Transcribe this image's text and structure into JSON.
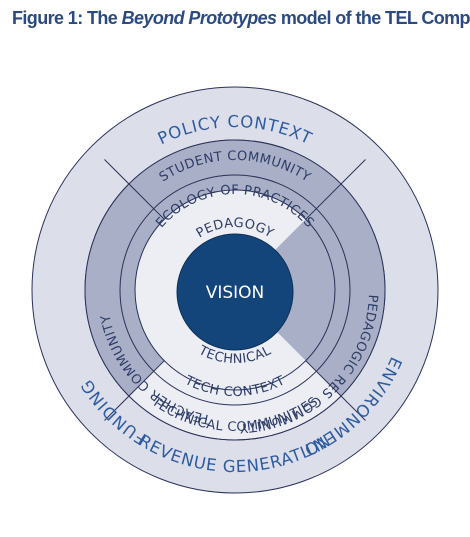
{
  "title": {
    "prefix": "Figure 1:",
    "pre": " The ",
    "emphasis": "Beyond Prototypes",
    "post": " model of the TEL Complex"
  },
  "outer_labels": {
    "top": "POLICY CONTEXT",
    "left": "FUNDING",
    "right": "ENVIRONMENT",
    "bottom": "REVENUE GENERATION"
  },
  "community_ring": {
    "top": "STUDENT COMMUNITY",
    "left": "TEACHER COMMUNITY",
    "right": "PEDAGOGIC RES COMMUNITY",
    "bottom": "TECHNICAL COMMUNITIES"
  },
  "practice_ring": {
    "top": "ECOLOGY OF PRACTICES",
    "bottom": "TECH CONTEXT"
  },
  "inner_ring": {
    "top": "PEDAGOGY",
    "bottom": "TECHNICAL"
  },
  "center": "VISION",
  "colors": {
    "title": "#2b4a82",
    "outer_band": "#dcdfe9",
    "light_fill": "#eceef4",
    "dark_fill": "#a9afc6",
    "vision": "#14457a",
    "stroke": "#2a3258"
  }
}
